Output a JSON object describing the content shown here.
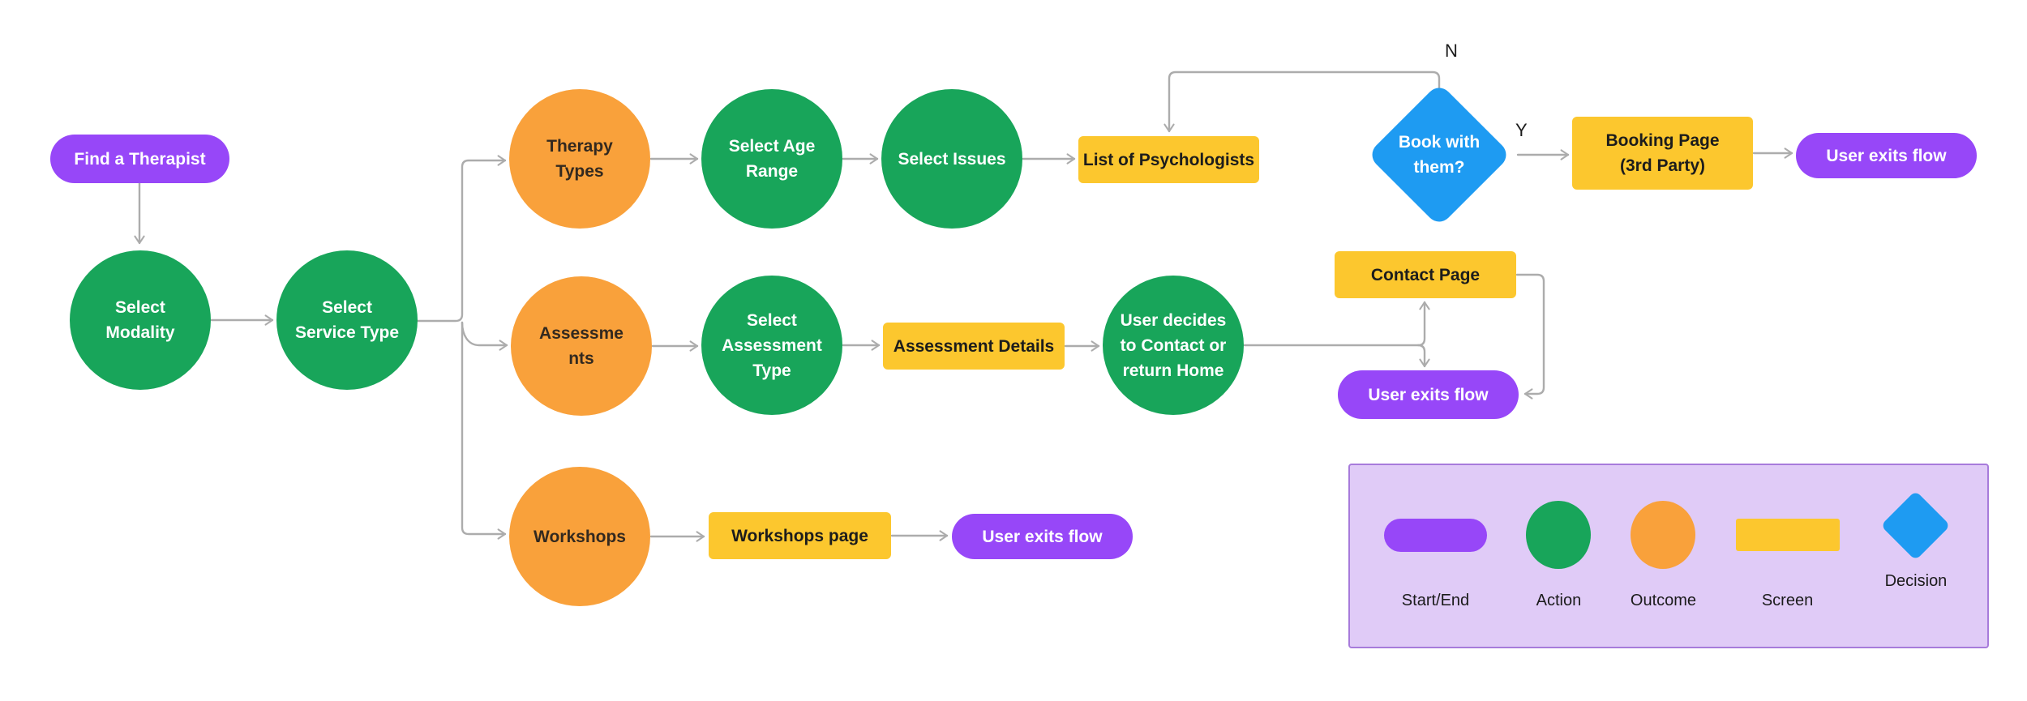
{
  "nodes": {
    "start": "Find a Therapist",
    "select_modality": "Select\nModality",
    "select_service_type": "Select\nService Type",
    "therapy_types": "Therapy\nTypes",
    "assessments": "Assessme\nnts",
    "workshops": "Workshops",
    "select_age_range": "Select Age\nRange",
    "select_issues": "Select Issues",
    "list_of_psychologists": "List of Psychologists",
    "book_with_them": "Book with\nthem?",
    "booking_page": "Booking Page\n(3rd Party)",
    "select_assessment_type": "Select\nAssessment\nType",
    "assessment_details": "Assessment Details",
    "user_decides": "User decides\nto Contact or\nreturn Home",
    "contact_page": "Contact Page",
    "workshops_page": "Workshops page",
    "user_exits_flow": "User exits flow"
  },
  "edge_labels": {
    "no": "N",
    "yes": "Y"
  },
  "legend": {
    "items": [
      {
        "shape": "start-end",
        "label": "Start/End"
      },
      {
        "shape": "action",
        "label": "Action"
      },
      {
        "shape": "outcome",
        "label": "Outcome"
      },
      {
        "shape": "screen",
        "label": "Screen"
      },
      {
        "shape": "decision",
        "label": "Decision"
      }
    ]
  },
  "colors": {
    "start_end_purple": "#9747F8",
    "action_green": "#18A55A",
    "outcome_orange": "#F9A13B",
    "screen_yellow": "#FCC72E",
    "decision_blue": "#1E9BF2",
    "connector_gray": "#ACACAC",
    "legend_background": "#E0CBF7",
    "legend_border": "#A77BDB"
  }
}
